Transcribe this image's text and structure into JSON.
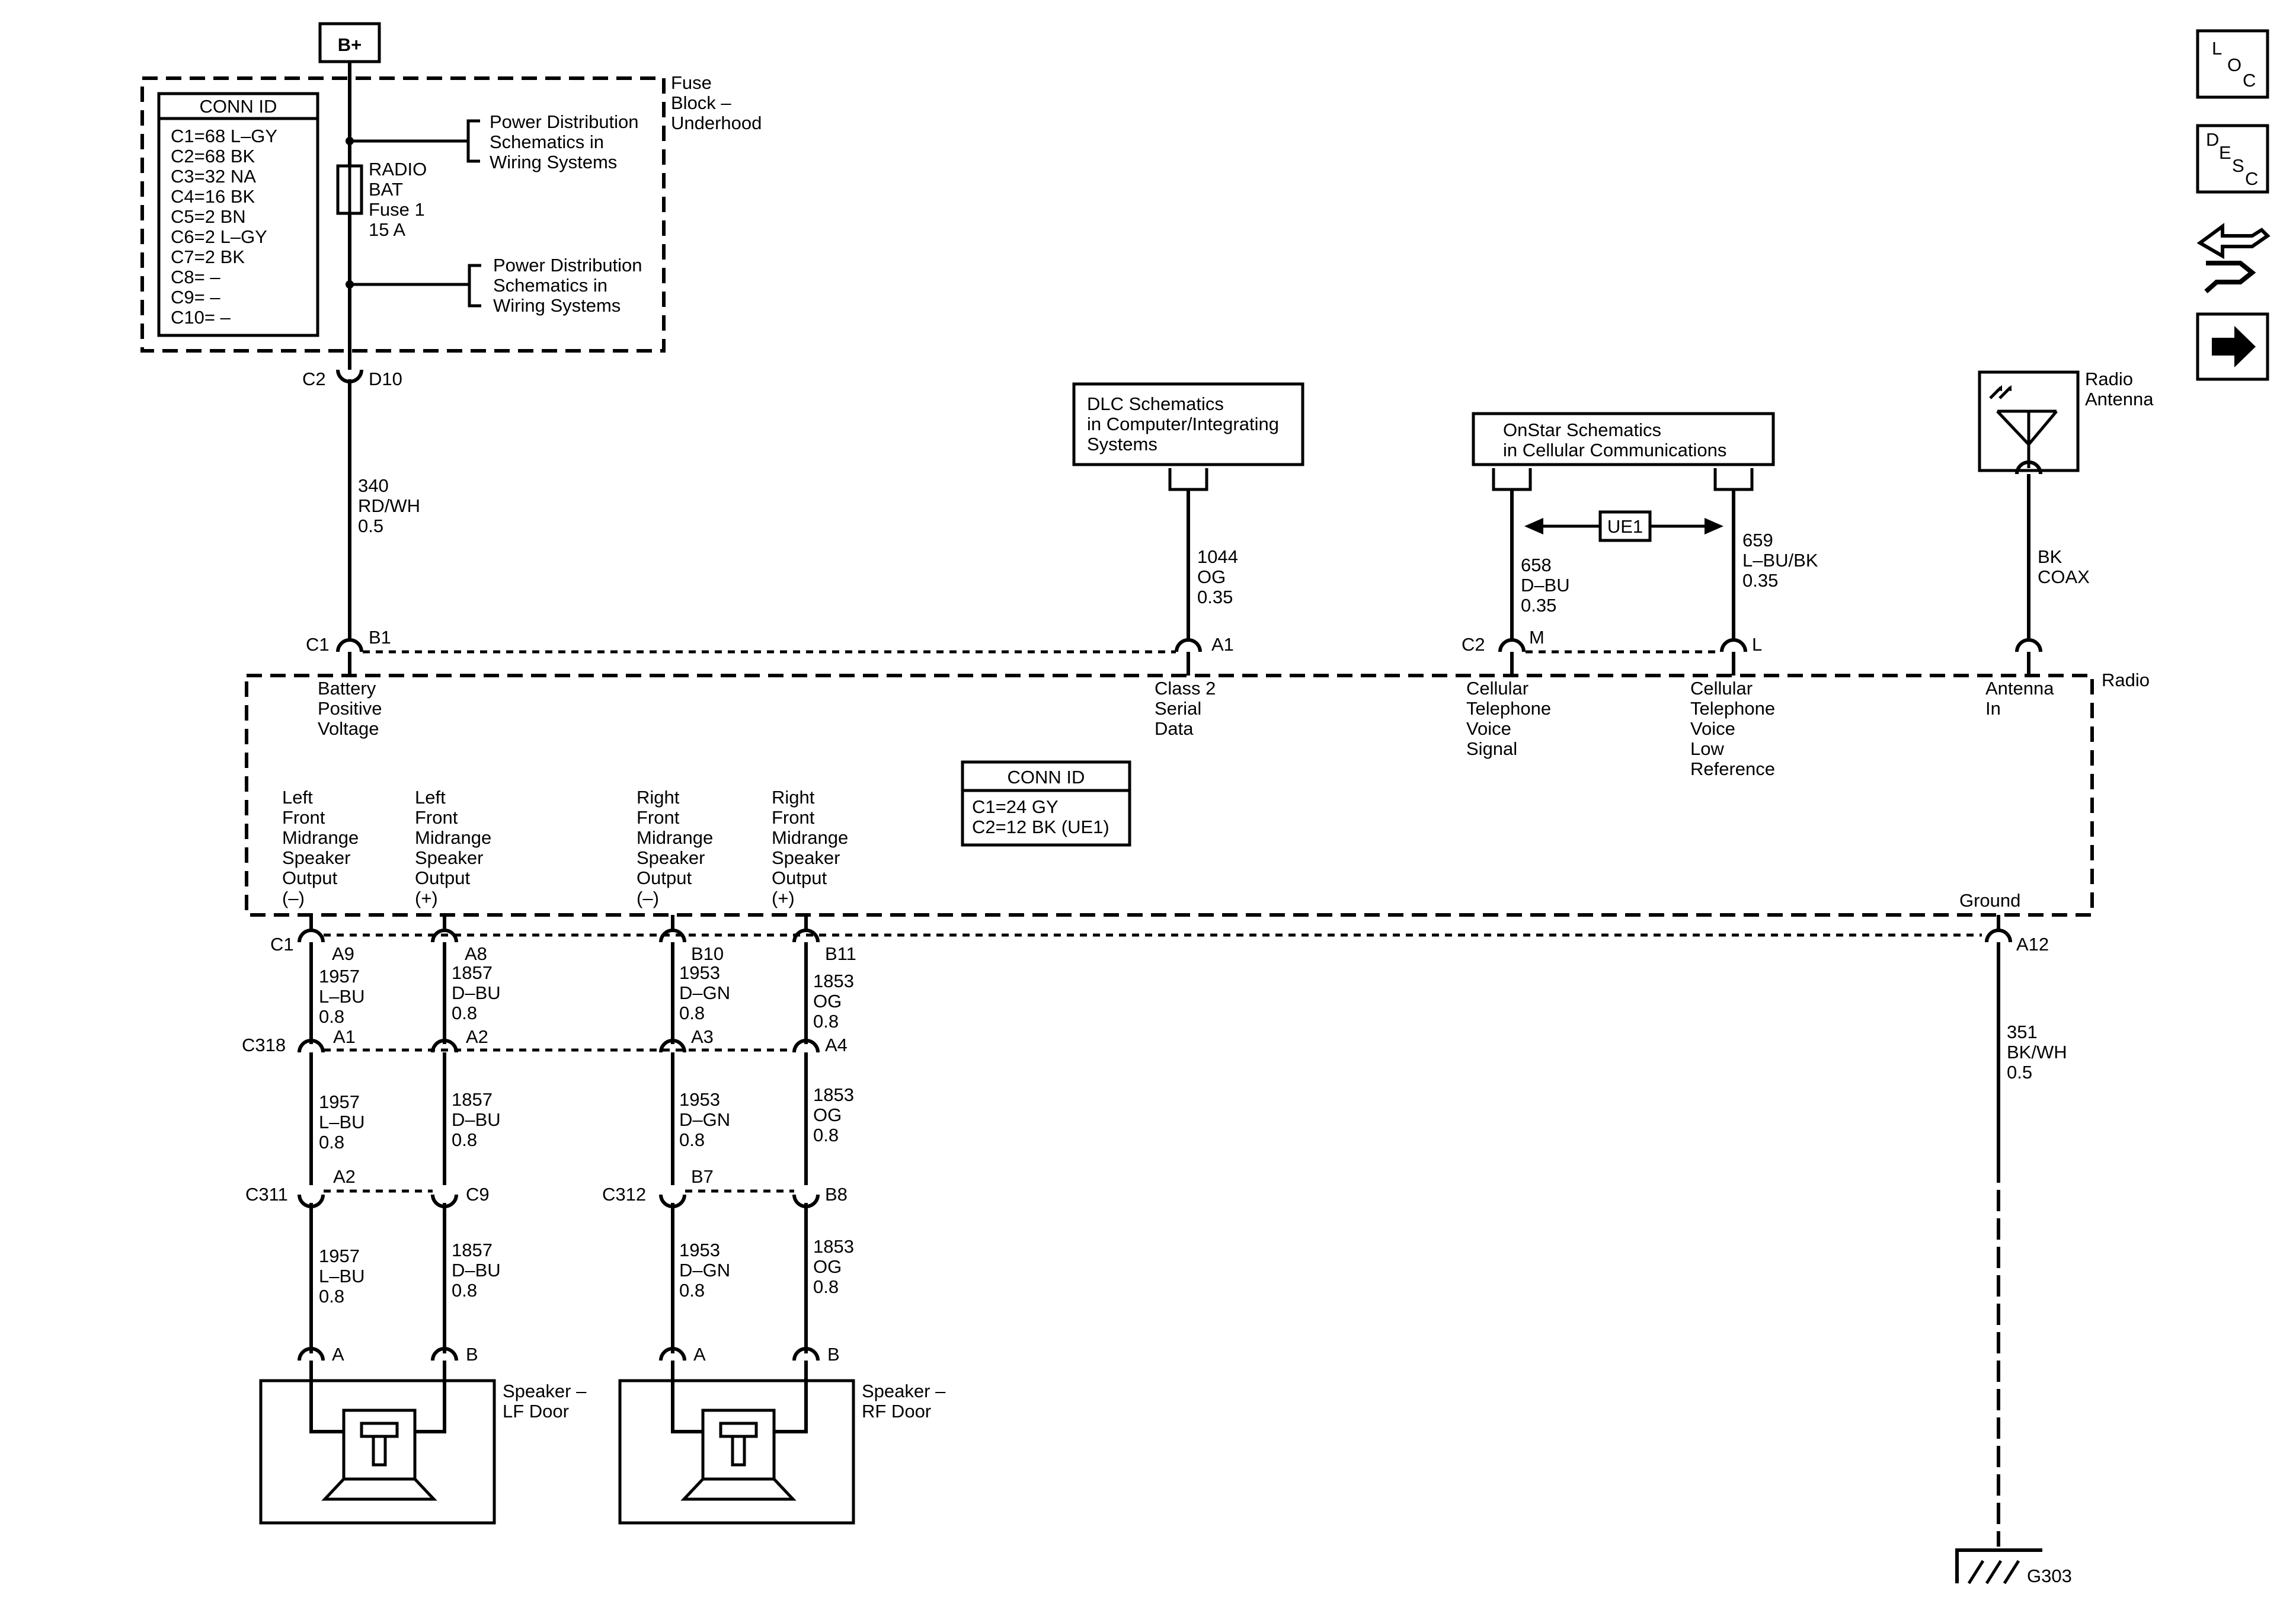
{
  "battery": {
    "label": "B+"
  },
  "fuse_block": {
    "name_lines": [
      "Fuse",
      "Block –",
      "Underhood"
    ],
    "conn_id_title": "CONN ID",
    "conn_ids": [
      "C1=68 L–GY",
      "C2=68 BK",
      "C3=32 NA",
      "C4=16 BK",
      "C5=2 BN",
      "C6=2 L–GY",
      "C7=2 BK",
      "C8= –",
      "C9= –",
      "C10= –"
    ],
    "fuse_lines": [
      "RADIO",
      "BAT",
      "Fuse 1",
      "15 A"
    ],
    "power_ref_top": [
      "Power Distribution",
      "Schematics in",
      "Wiring Systems"
    ],
    "power_ref_bottom": [
      "Power Distribution",
      "Schematics in",
      "Wiring Systems"
    ],
    "out_connector": "C2",
    "out_pin": "D10"
  },
  "wires": {
    "battery_feed": [
      "340",
      "RD/WH",
      "0.5"
    ],
    "class2": [
      "1044",
      "OG",
      "0.35"
    ],
    "cell_voice": [
      "658",
      "D–BU",
      "0.35"
    ],
    "cell_low": [
      "659",
      "L–BU/BK",
      "0.35"
    ],
    "antenna": [
      "BK",
      "COAX"
    ],
    "ground": [
      "351",
      "BK/WH",
      "0.5"
    ]
  },
  "dlc_ref": [
    "DLC Schematics",
    "in Computer/Integrating",
    "Systems"
  ],
  "onstar_ref": [
    "OnStar Schematics",
    "in Cellular Communications"
  ],
  "option_code": "UE1",
  "antenna_ref": [
    "Radio",
    "Antenna"
  ],
  "radio": {
    "name": "Radio",
    "conn_id_title": "CONN ID",
    "conn_ids": [
      "C1=24 GY",
      "C2=12 BK (UE1)"
    ],
    "top_pins": {
      "battery": {
        "connector": "C1",
        "pin": "B1",
        "label": [
          "Battery",
          "Positive",
          "Voltage"
        ]
      },
      "class2": {
        "pin": "A1",
        "label": [
          "Class 2",
          "Serial",
          "Data"
        ]
      },
      "cell_voice": {
        "connector": "C2",
        "pin": "M",
        "label": [
          "Cellular",
          "Telephone",
          "Voice",
          "Signal"
        ]
      },
      "cell_low": {
        "pin": "L",
        "label": [
          "Cellular",
          "Telephone",
          "Voice",
          "Low",
          "Reference"
        ]
      },
      "antenna": {
        "label": [
          "Antenna",
          "In"
        ]
      }
    },
    "outputs": [
      {
        "label": [
          "Left",
          "Front",
          "Midrange",
          "Speaker",
          "Output",
          "(–)"
        ]
      },
      {
        "label": [
          "Left",
          "Front",
          "Midrange",
          "Speaker",
          "Output",
          "(+)"
        ]
      },
      {
        "label": [
          "Right",
          "Front",
          "Midrange",
          "Speaker",
          "Output",
          "(–)"
        ]
      },
      {
        "label": [
          "Right",
          "Front",
          "Midrange",
          "Speaker",
          "Output",
          "(+)"
        ]
      }
    ],
    "ground_label": "Ground",
    "bottom_connector": "C1",
    "bottom_pins": [
      "A9",
      "A8",
      "B10",
      "B11",
      "A12"
    ]
  },
  "speaker_wires": [
    {
      "circuit": "1957",
      "color": "L–BU",
      "size": "0.8"
    },
    {
      "circuit": "1857",
      "color": "D–BU",
      "size": "0.8"
    },
    {
      "circuit": "1953",
      "color": "D–GN",
      "size": "0.8"
    },
    {
      "circuit": "1853",
      "color": "OG",
      "size": "0.8"
    }
  ],
  "inline_c318": {
    "connector": "C318",
    "pins": [
      "A1",
      "A2",
      "A3",
      "A4"
    ]
  },
  "inline_c311": {
    "connector": "C311",
    "pins": [
      "A2",
      "C9"
    ]
  },
  "inline_c312": {
    "connector": "C312",
    "pins": [
      "B7",
      "B8"
    ]
  },
  "speakers": [
    {
      "name_lines": [
        "Speaker –",
        "LF Door"
      ],
      "pin_a": "A",
      "pin_b": "B"
    },
    {
      "name_lines": [
        "Speaker –",
        "RF Door"
      ],
      "pin_a": "A",
      "pin_b": "B"
    }
  ],
  "ground_point": "G303",
  "nav_icons": [
    {
      "name": "loc-icon",
      "letters": [
        "L",
        "O",
        "C"
      ]
    },
    {
      "name": "desc-icon",
      "letters": [
        "D",
        "E",
        "S",
        "C"
      ]
    },
    {
      "name": "connector-tool-icon"
    },
    {
      "name": "next-arrow-icon"
    }
  ]
}
